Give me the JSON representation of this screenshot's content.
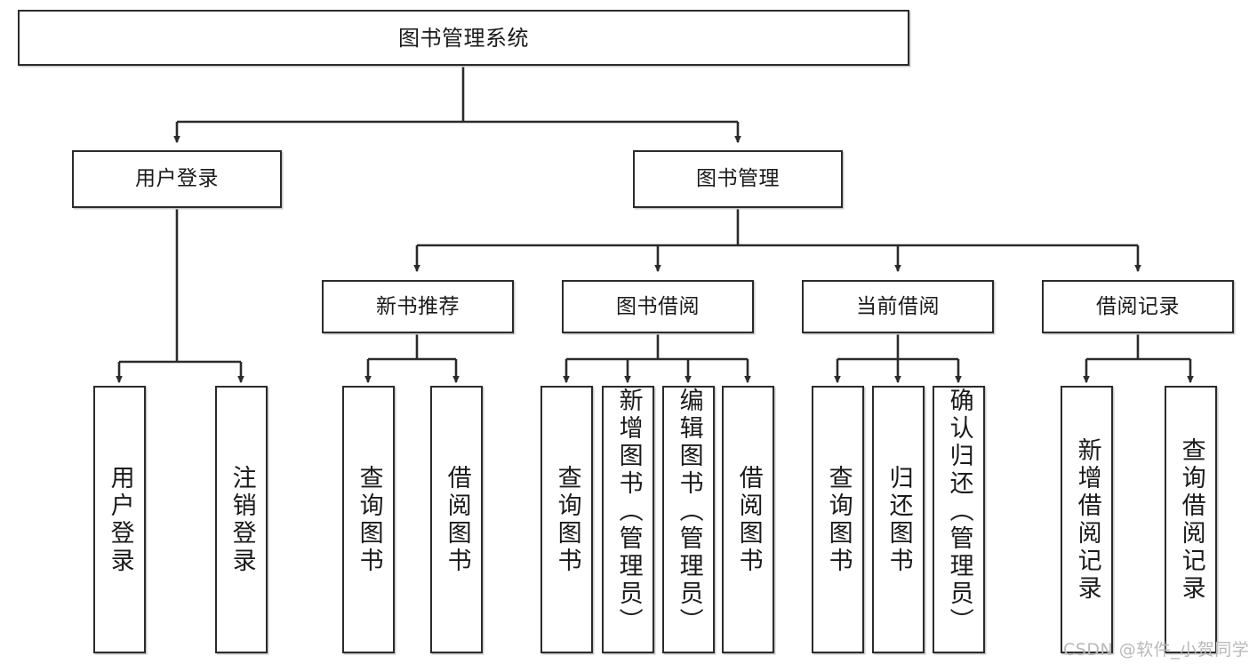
{
  "diagram": {
    "type": "tree-hierarchy",
    "title": "图书管理系统",
    "root": {
      "label": "图书管理系统"
    },
    "level2": [
      {
        "label": "用户登录"
      },
      {
        "label": "图书管理"
      }
    ],
    "level3": [
      {
        "label": "新书推荐"
      },
      {
        "label": "图书借阅"
      },
      {
        "label": "当前借阅"
      },
      {
        "label": "借阅记录"
      }
    ],
    "leaves": {
      "user_login": [
        {
          "label": "用户登录"
        },
        {
          "label": "注销登录"
        }
      ],
      "new_book_recommend": [
        {
          "label": "查询图书"
        },
        {
          "label": "借阅图书"
        }
      ],
      "book_borrow": [
        {
          "label": "查询图书"
        },
        {
          "label": "新增图书（管理员）"
        },
        {
          "label": "编辑图书（管理员）"
        },
        {
          "label": "借阅图书"
        }
      ],
      "current_borrow": [
        {
          "label": "查询图书"
        },
        {
          "label": "归还图书"
        },
        {
          "label": "确认归还（管理员）"
        }
      ],
      "borrow_record": [
        {
          "label": "新增借阅记录"
        },
        {
          "label": "查询借阅记录"
        }
      ]
    }
  },
  "watermark": {
    "text": "CSDN @软件_小贺同学"
  },
  "colors": {
    "border": "#2b2b2b",
    "background": "#ffffff",
    "text": "#1a1a1a",
    "shadow": "#c9c9c9",
    "watermark": "#b9b9b9"
  }
}
